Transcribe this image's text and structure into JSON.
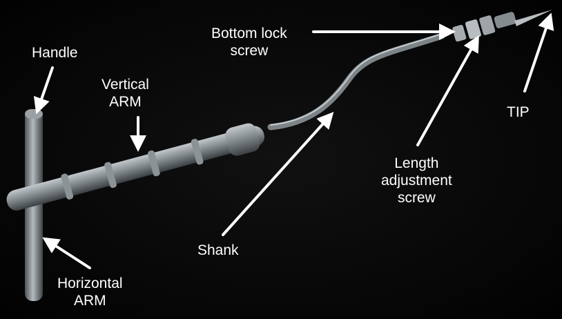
{
  "labels": {
    "handle": [
      "Handle"
    ],
    "vertical_arm": [
      "Vertical",
      "ARM"
    ],
    "horizontal_arm": [
      "Horizontal",
      "ARM"
    ],
    "shank": [
      "Shank"
    ],
    "bottom_lock_screw": [
      "Bottom lock",
      "screw"
    ],
    "length_adjustment_screw": [
      "Length",
      "adjustment",
      "screw"
    ],
    "tip": [
      "TIP"
    ]
  },
  "colors": {
    "background": "#050505",
    "label_text": "#ffffff",
    "arrow": "#ffffff",
    "metal": "#8a9094"
  }
}
